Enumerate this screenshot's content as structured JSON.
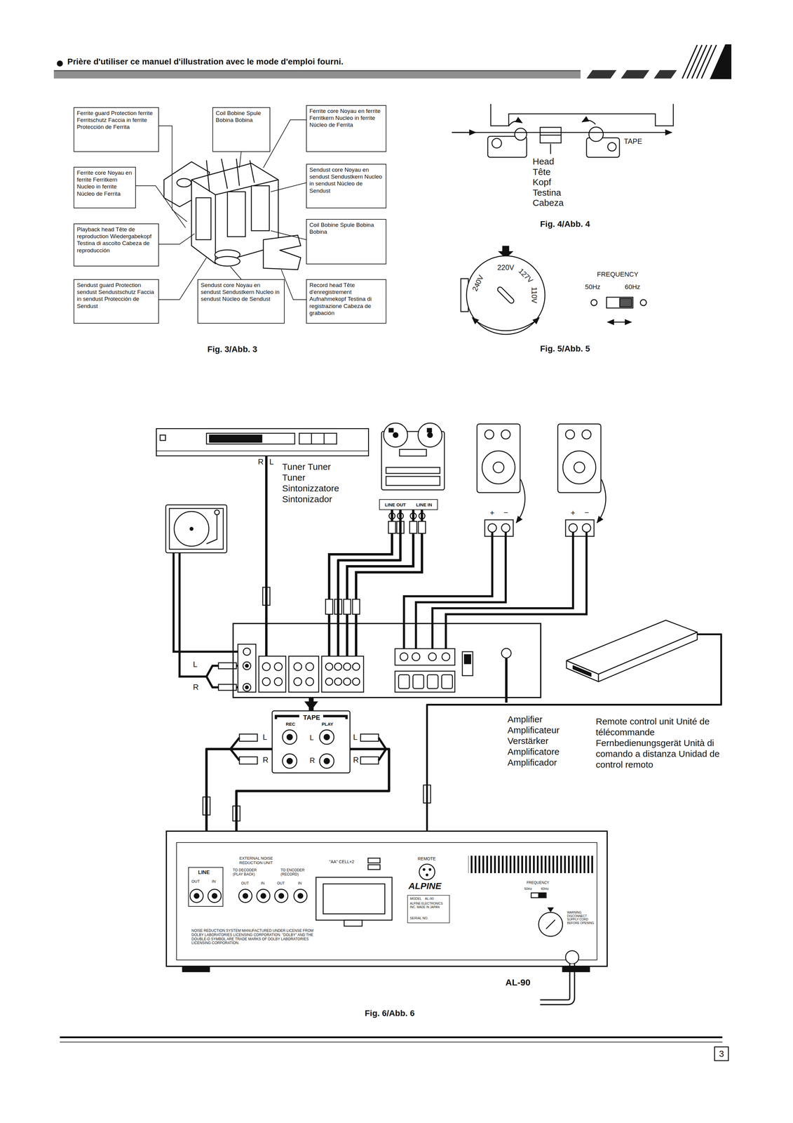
{
  "diagram": {
    "nodes": [
      {
        "text": [
          "Ferrite guard Protection ferrite Ferritschutz Faccia in ferrite Protección de Ferrita"
        ]
      },
      {
        "text": [
          "Coil Bobine Spule Bobina Bobina"
        ]
      },
      {
        "text": [
          "Ferrite core Noyau en ferrite Ferritkern Nucleo in ferrite Núcleo de Ferrita"
        ]
      },
      {
        "text": [
          "Ferrite core Noyau en ferrite Ferritkern Nucleo in ferrite Núcleo de Ferrita"
        ]
      },
      {
        "text": [
          "Sendust core Noyau en sendust Sendustkern Nucleo in sendust Núcleo de Sendust"
        ]
      },
      {
        "text": [
          "Playback head Tête de reproduction Wiedergabekopf Testina di ascolto Cabeza de reproducción"
        ]
      },
      {
        "text": [
          "Coil Bobine Spule Bobina Bobina"
        ]
      },
      {
        "text": [
          "Sendust guard Protection sendust Sendustschutz Faccia in sendust Protección de Sendust"
        ]
      },
      {
        "text": [
          "Sendust core Noyau en sendust Sendustkern Nucleo in sendust Núcleo de Sendust"
        ]
      },
      {
        "text": [
          "Record head Tête d'enregistrement Aufnahmekopf Testina di registrazione Cabeza de grabación"
        ]
      },
      {
        "text": [
          "Tuner Tuner Tuner Sintonizzatore Sintonizador"
        ]
      },
      {
        "text": [
          "LINE OUT",
          "LINE IN"
        ]
      },
      {
        "text": [
          "Amplifier Amplificateur Verstärker Amplificatore Amplificador"
        ]
      },
      {
        "text": [
          "TAPE",
          "REC",
          "PLAY",
          "L",
          "R"
        ]
      },
      {
        "text": [
          "Remote control unit Unité de télécommande Fernbedienungsgerät Unità di comando a distanza Unidad de control remoto"
        ]
      },
      {
        "text": [
          "AL-90"
        ]
      }
    ],
    "edges": [
      {
        "from": 10,
        "to": 12,
        "arrow": "none"
      },
      {
        "from": 11,
        "to": 12,
        "arrow": "none"
      },
      {
        "from": 12,
        "to": 13,
        "arrow": "to"
      },
      {
        "from": 13,
        "to": 15,
        "arrow": "none"
      },
      {
        "from": 13,
        "to": 15,
        "arrow": "none"
      },
      {
        "from": 14,
        "to": 15,
        "arrow": "none"
      }
    ],
    "labels": [
      "Prière d'utiliser ce manuel d'illustration avec le mode d'emploi fourni.",
      "Fig. 3/Abb. 3",
      "Head Tête Kopf Testina Cabeza",
      "TAPE",
      "Fig. 4/Abb. 4",
      "220V",
      "127V",
      "110V",
      "240V",
      "FREQUENCY",
      "50Hz",
      "60Hz",
      "Fig. 5/Abb. 5",
      "R",
      "L",
      "+",
      "−",
      "+",
      "−",
      "L",
      "R",
      "L",
      "R",
      "L",
      "R",
      "LINE",
      "OUT",
      "IN",
      "EXTERNAL NOISE REDUCTION UNIT",
      "TO DECODER (PLAY BACK)",
      "TO ENCODER (RECORD)",
      "OUT",
      "IN",
      "OUT",
      "IN",
      "\"AA\" CELL×2",
      "REMOTE",
      "ALPINE",
      "MODEL",
      "AL-90",
      "ALPINE ELECTRONICS INC. MADE IN JAPAN",
      "SERIAL NO.",
      "FREQUENCY",
      "50Hz",
      "60Hz",
      "WARNING DISCONNECT SUPPLY CORD BEFORE OPENING",
      "NOISE REDUCTION SYSTEM MANUFACTURED UNDER LICENSE FROM DOLBY LABORATORIES LICENSING CORPORATION. \"DOLBY\" AND THE DOUBLE-D SYMBOL ARE TRADE MARKS OF DOLBY LABORATORIES LICENSING CORPORATION.",
      "Fig. 6/Abb. 6",
      "3"
    ]
  }
}
